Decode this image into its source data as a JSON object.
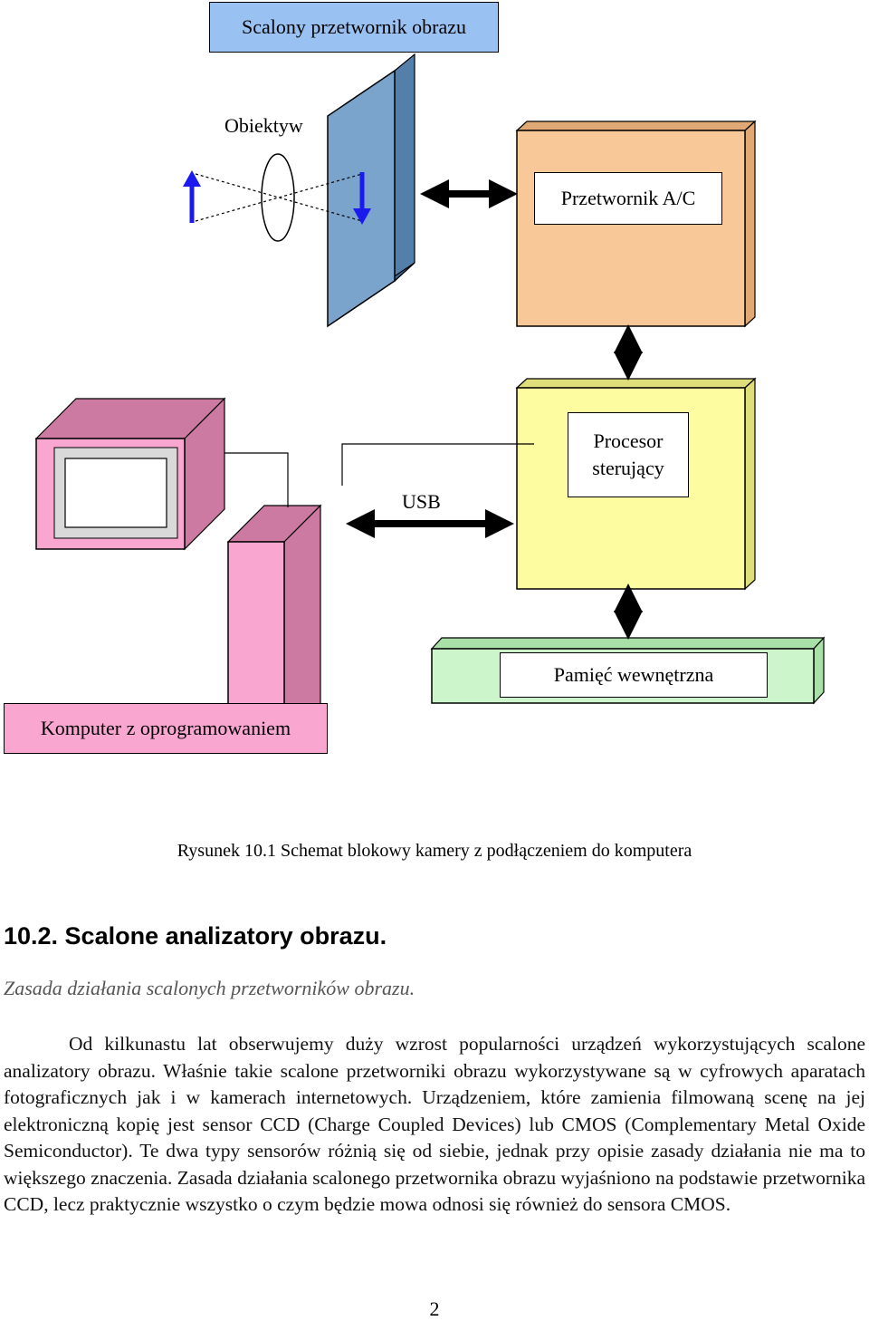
{
  "diagram": {
    "title": "Scalony przetwornik obrazu",
    "lens_label": "Obiektyw",
    "adc_label": "Przetwornik A/C",
    "processor_label_line1": "Procesor",
    "processor_label_line2": "sterujący",
    "usb_label": "USB",
    "memory_label": "Pamięć wewnętrzna",
    "computer_label": "Komputer z oprogramowaniem",
    "colors": {
      "title_box": "#99c2f2",
      "sensor_front": "#7ba4cc",
      "adc_block": "#f9c898",
      "processor_block": "#fdfca0",
      "memory_block": "#ccf5cc",
      "computer_pink": "#f9a6d0",
      "computer_dark": "#cc7aa1",
      "arrow_blue": "#1a1aee"
    }
  },
  "caption": "Rysunek 10.1 Schemat blokowy kamery z podłączeniem do komputera",
  "section": {
    "heading": "10.2. Scalone analizatory obrazu.",
    "subheading": "Zasada działania scalonych przetworników obrazu.",
    "paragraph": "Od kilkunastu lat obserwujemy duży wzrost popularności urządzeń wykorzystujących scalone analizatory obrazu. Właśnie takie scalone przetworniki obrazu wykorzystywane są w cyfrowych aparatach fotograficznych jak i w kamerach internetowych. Urządzeniem, które zamienia filmowaną scenę na jej elektroniczną kopię jest sensor CCD (Charge Coupled Devices) lub CMOS (Complementary Metal Oxide Semiconductor). Te dwa typy sensorów różnią się od siebie, jednak przy opisie zasady działania nie ma to większego znaczenia. Zasada działania scalonego przetwornika obrazu wyjaśniono na podstawie przetwornika CCD, lecz praktycznie wszystko o czym będzie mowa odnosi się również do sensora CMOS."
  },
  "page_number": "2"
}
